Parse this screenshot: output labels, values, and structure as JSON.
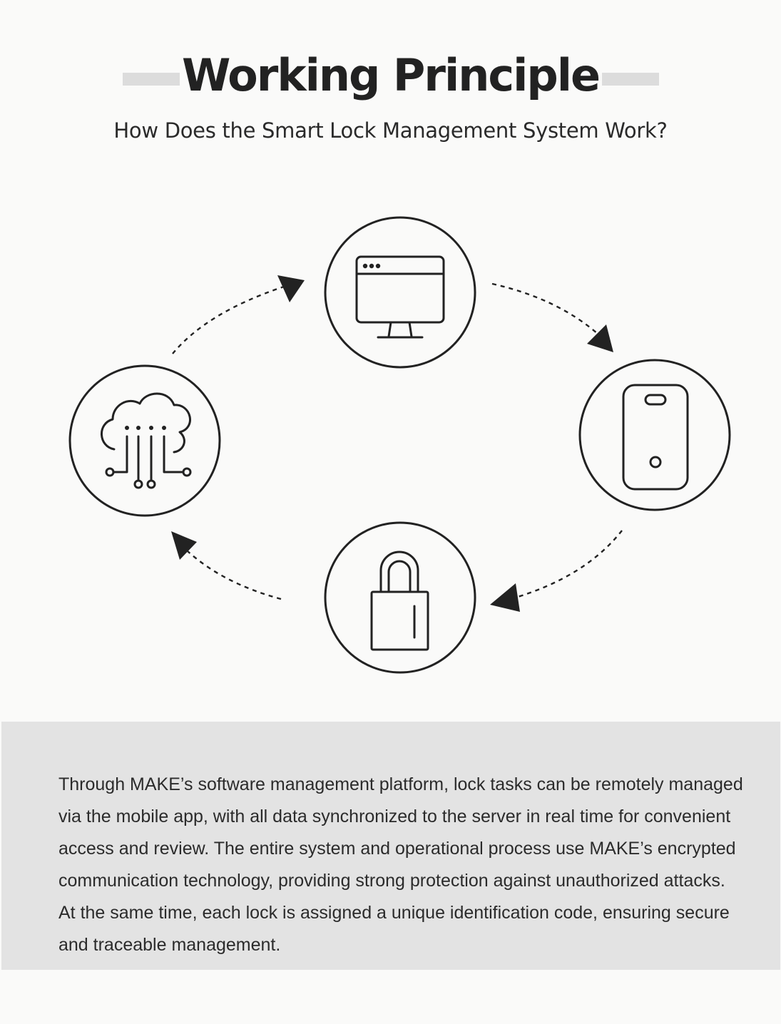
{
  "header": {
    "title": "Working Principle",
    "subtitle": "How Does the Smart Lock Management System Work?"
  },
  "diagram": {
    "nodes": [
      {
        "id": "computer",
        "icon": "monitor-browser-icon"
      },
      {
        "id": "phone",
        "icon": "mobile-phone-icon"
      },
      {
        "id": "lock",
        "icon": "padlock-icon"
      },
      {
        "id": "cloud",
        "icon": "cloud-network-icon"
      }
    ],
    "flow": [
      "computer",
      "phone",
      "lock",
      "cloud",
      "computer"
    ],
    "colors": {
      "stroke": "#222222",
      "background": "#fafaf9"
    }
  },
  "info": {
    "text": "Through MAKE’s software management platform, lock tasks can be remotely managed via the mobile app, with all data synchronized to the server in real time for convenient access and review. The entire system and operational process use MAKE’s encrypted communication technology, providing strong protection against unauthorized attacks. At the same time, each lock is assigned a unique identification code, ensuring secure and traceable management."
  }
}
